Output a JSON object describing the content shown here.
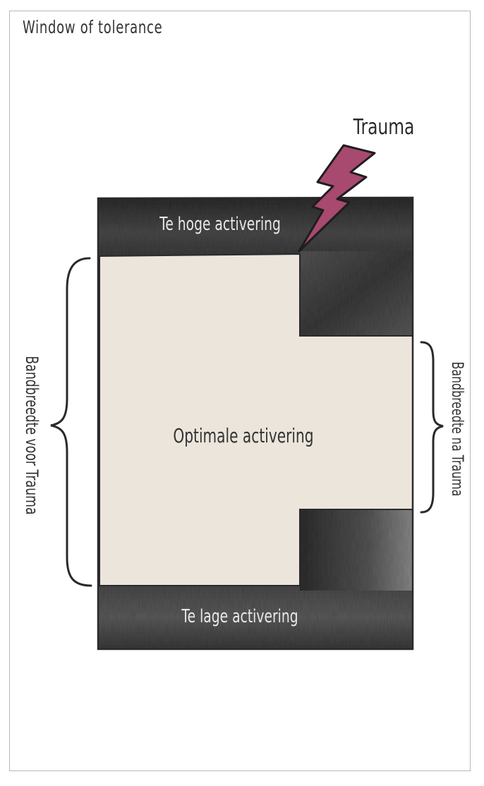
{
  "title": "Window of tolerance",
  "trauma_label": "Trauma",
  "zones": {
    "high": "Te hoge activering",
    "optimal": "Optimale activering",
    "low": "Te lage activering"
  },
  "brackets": {
    "before": "Bandbreedte voor Trauma",
    "after": "Bandbreedte na Trauma"
  },
  "colors": {
    "dark_zone": "#3a3a3a",
    "optimal_zone": "#ebe5dc",
    "lightning": "#a8496f",
    "text_dark": "#333333",
    "text_light": "#e8e8e8"
  }
}
